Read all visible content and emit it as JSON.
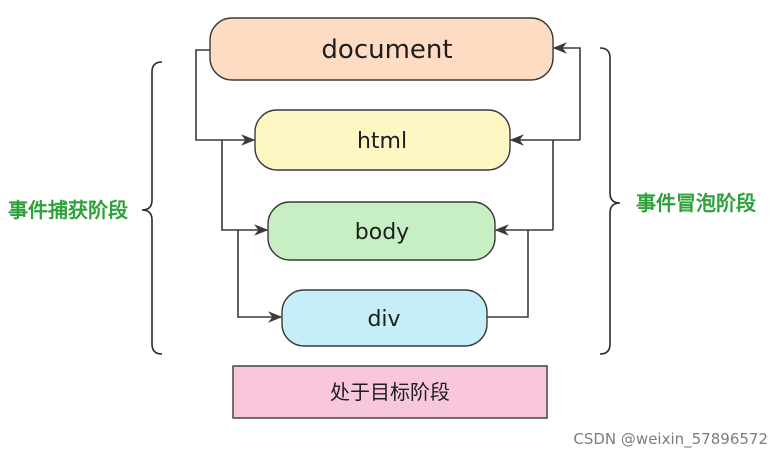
{
  "nodes": [
    {
      "label": "document",
      "fill": "#fddcc3"
    },
    {
      "label": "html",
      "fill": "#fdf7c4"
    },
    {
      "label": "body",
      "fill": "#c8efc3"
    },
    {
      "label": "div",
      "fill": "#c5eef8"
    }
  ],
  "target": {
    "label": "处于目标阶段",
    "fill": "#f8c7dc"
  },
  "capture": {
    "label": "事件捕获阶段",
    "color": "#2ea23a"
  },
  "bubble": {
    "label": "事件冒泡阶段",
    "color": "#2ea23a"
  },
  "watermark": "CSDN @weixin_57896572",
  "colors": {
    "line": "#3a3a3a"
  }
}
